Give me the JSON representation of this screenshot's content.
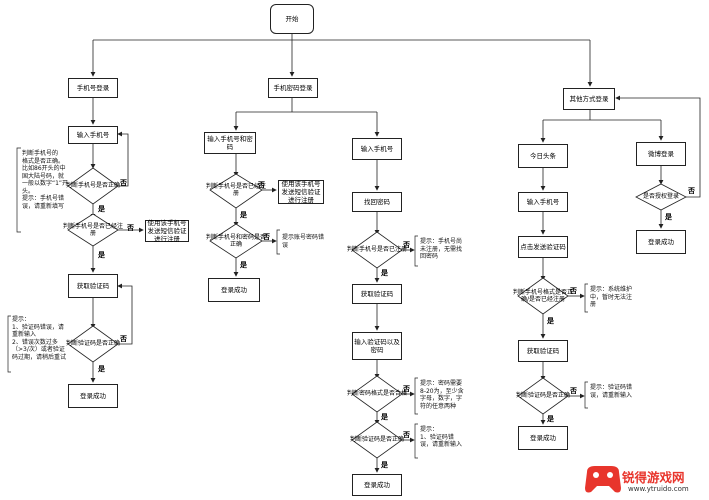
{
  "nodes": {
    "start": "开始",
    "phone_login": "手机号登录",
    "phone_pwd_login": "手机密码登录",
    "other_login": "其他方式登录",
    "a_input_phone": "输入手机号",
    "a_check_format": "判断手机号是否正确",
    "a_check_registered": "判断手机号是否已经注册",
    "a_use_sms": "使用该手机号发送短信验证进行注册",
    "a_get_code": "获取验证码",
    "a_check_code": "判断验证码是否正确",
    "a_login_ok": "登录成功",
    "b_input_phone_pwd": "输入手机号和密码",
    "b_check_registered": "判断手机号是否已经注册",
    "b_use_sms": "使用该手机号发送短信验证进行注册",
    "b_check_pwd": "判断手机号和密码是否正确",
    "b_login_ok": "登录成功",
    "c_input_phone": "输入手机号",
    "c_find_pwd": "找回密码",
    "c_check_registered": "判断手机号是否已注册",
    "c_get_code": "获取验证码",
    "c_input_code_pwd": "输入验证码以及密码",
    "c_check_pwd_format": "判断密码格式是否合格",
    "c_check_code": "判断验证码是否正确",
    "c_login_ok": "登录成功",
    "d_toutiao": "今日头条",
    "d_input_phone": "输入手机号",
    "d_send_code": "点击发送验证码",
    "d_check_format": "判断手机号格式是否正确/是否已经注册",
    "d_get_code": "获取验证码",
    "d_check_code": "判断验证码是否正确",
    "d_login_ok": "登录成功",
    "e_weibo": "微博登录",
    "e_authorize": "是否授权登录",
    "e_login_ok": "登录成功"
  },
  "notes": {
    "a_format": "判断手机号的\n格式是否正确。\n比如86开头的中\n国大陆号码，就\n一般以数字“1”开\n头。\n提示：手机号错\n误，请重新填写",
    "a_code": "提示：\n1、验证码错误，请\n重新输入\n2、错误次数过多\n（>3/次）或者验证\n码过期，请稍后重试",
    "b_pwd": "提示账号密码错\n误",
    "c_registered": "提示：手机号尚\n未注册，无需找\n回密码",
    "c_pwd_format": "提示：密码需要\n8-20为，至少含\n字母，数字，字\n符的任意两种",
    "c_code": "提示：\n1、验证码错\n误，请重新输入",
    "d_format": "提示：系统维护\n中，暂时无法注\n册",
    "d_code": "提示：验证码错\n误，请重新输入"
  },
  "labels": {
    "yes": "是",
    "no": "否"
  },
  "watermark": {
    "text": "锐得游戏网",
    "url": "www.ytruido.com"
  }
}
